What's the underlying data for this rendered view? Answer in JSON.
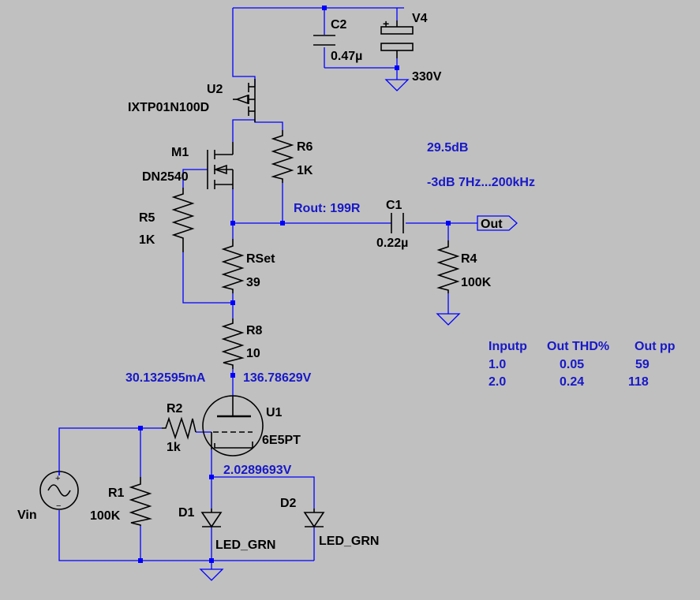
{
  "components": {
    "V4": {
      "ref": "V4",
      "value": "330V"
    },
    "C2": {
      "ref": "C2",
      "value": "0.47µ"
    },
    "U2": {
      "ref": "U2",
      "value": "IXTP01N100D"
    },
    "M1": {
      "ref": "M1",
      "value": "DN2540"
    },
    "R6": {
      "ref": "R6",
      "value": "1K"
    },
    "R5": {
      "ref": "R5",
      "value": "1K"
    },
    "RSet": {
      "ref": "RSet",
      "value": "39"
    },
    "R8": {
      "ref": "R8",
      "value": "10"
    },
    "C1": {
      "ref": "C1",
      "value": "0.22µ"
    },
    "R4": {
      "ref": "R4",
      "value": "100K"
    },
    "U1": {
      "ref": "U1",
      "value": "6E5PT"
    },
    "R2": {
      "ref": "R2",
      "value": "1k"
    },
    "R1": {
      "ref": "R1",
      "value": "100K"
    },
    "Vin": {
      "ref": "Vin"
    },
    "D1": {
      "ref": "D1",
      "value": "LED_GRN"
    },
    "D2": {
      "ref": "D2",
      "value": "LED_GRN"
    }
  },
  "out_port": "Out",
  "annotations": {
    "gain": "29.5dB",
    "bandwidth": "-3dB 7Hz...200kHz",
    "rout": "Rout: 199R",
    "anode_current": "30.132595mA",
    "anode_voltage": "136.78629V",
    "cathode_voltage": "2.0289693V"
  },
  "table": {
    "headers": [
      "Inputp",
      "Out THD%",
      "Out pp"
    ],
    "rows": [
      [
        "1.0",
        "0.05",
        "59"
      ],
      [
        "2.0",
        "0.24",
        "118"
      ]
    ]
  },
  "colors": {
    "background": "#c0c0c0",
    "wire": "#0000ff",
    "directive": "#1818c8"
  }
}
